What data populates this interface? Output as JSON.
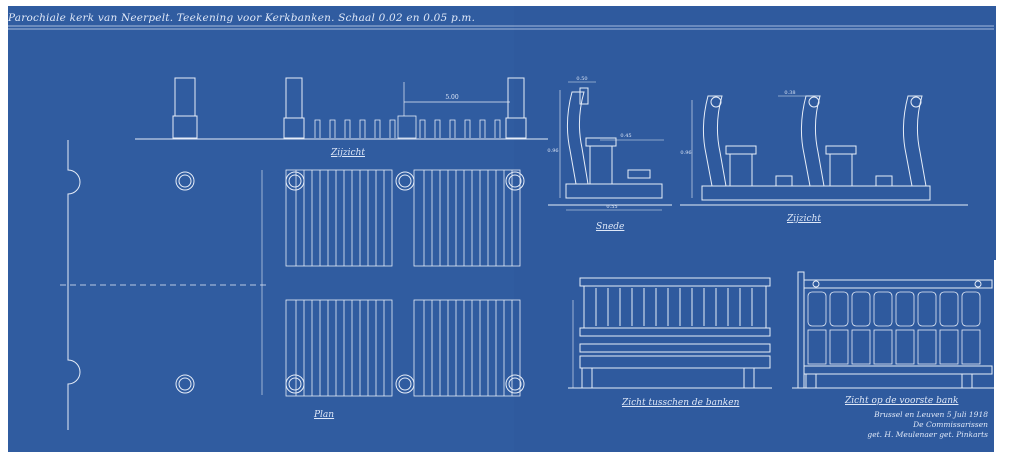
{
  "sheet": {
    "title": "Parochiale kerk van Neerpelt. Teekening voor Kerkbanken. Schaal 0.02 en 0.05 p.m.",
    "colors": {
      "paper": "#2f5a9e",
      "ink": "#e6edf8",
      "ink_faint": "#a9bfe3",
      "margin": "#ffffff"
    }
  },
  "views": {
    "zijzicht_top": "Zijzicht",
    "plan": "Plan",
    "snede": "Snede",
    "zijzicht_right": "Zijzicht",
    "zicht_tusschen": "Zicht tusschen de banken",
    "zicht_opde": "Zicht op de voorste bank"
  },
  "dimensions": {
    "span": "5.00",
    "d1": "0.50",
    "d2": "0.45",
    "d3": "0.96",
    "d4": "0.55",
    "d5": "0.38"
  },
  "signature": {
    "line1": "Brussel en Leuven 5 Juli 1918",
    "line2": "De Commissarissen",
    "line3": "get. H. Meulenaer get. Pinkarts"
  }
}
